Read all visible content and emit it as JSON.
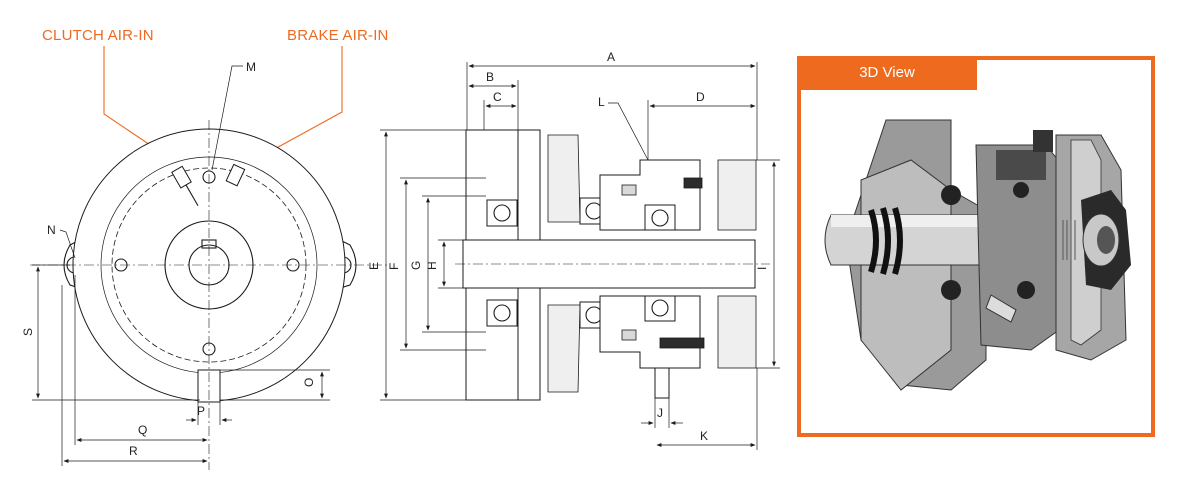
{
  "callouts": {
    "clutch_air_in": "CLUTCH AIR-IN",
    "brake_air_in": "BRAKE AIR-IN"
  },
  "front_view": {
    "labels": {
      "m": "M",
      "n": "N",
      "s": "S",
      "o": "O",
      "p": "P",
      "q": "Q",
      "r": "R"
    }
  },
  "side_view": {
    "labels": {
      "a": "A",
      "b": "B",
      "c": "C",
      "d": "D",
      "l": "L",
      "e": "E",
      "f": "F",
      "g": "G",
      "h": "H",
      "i": "I",
      "j": "J",
      "k": "K"
    }
  },
  "view_3d": {
    "title": "3D View",
    "accent_color": "#ee6a1f"
  },
  "colors": {
    "accent": "#ee6a1f",
    "line": "#1b1b1b"
  }
}
